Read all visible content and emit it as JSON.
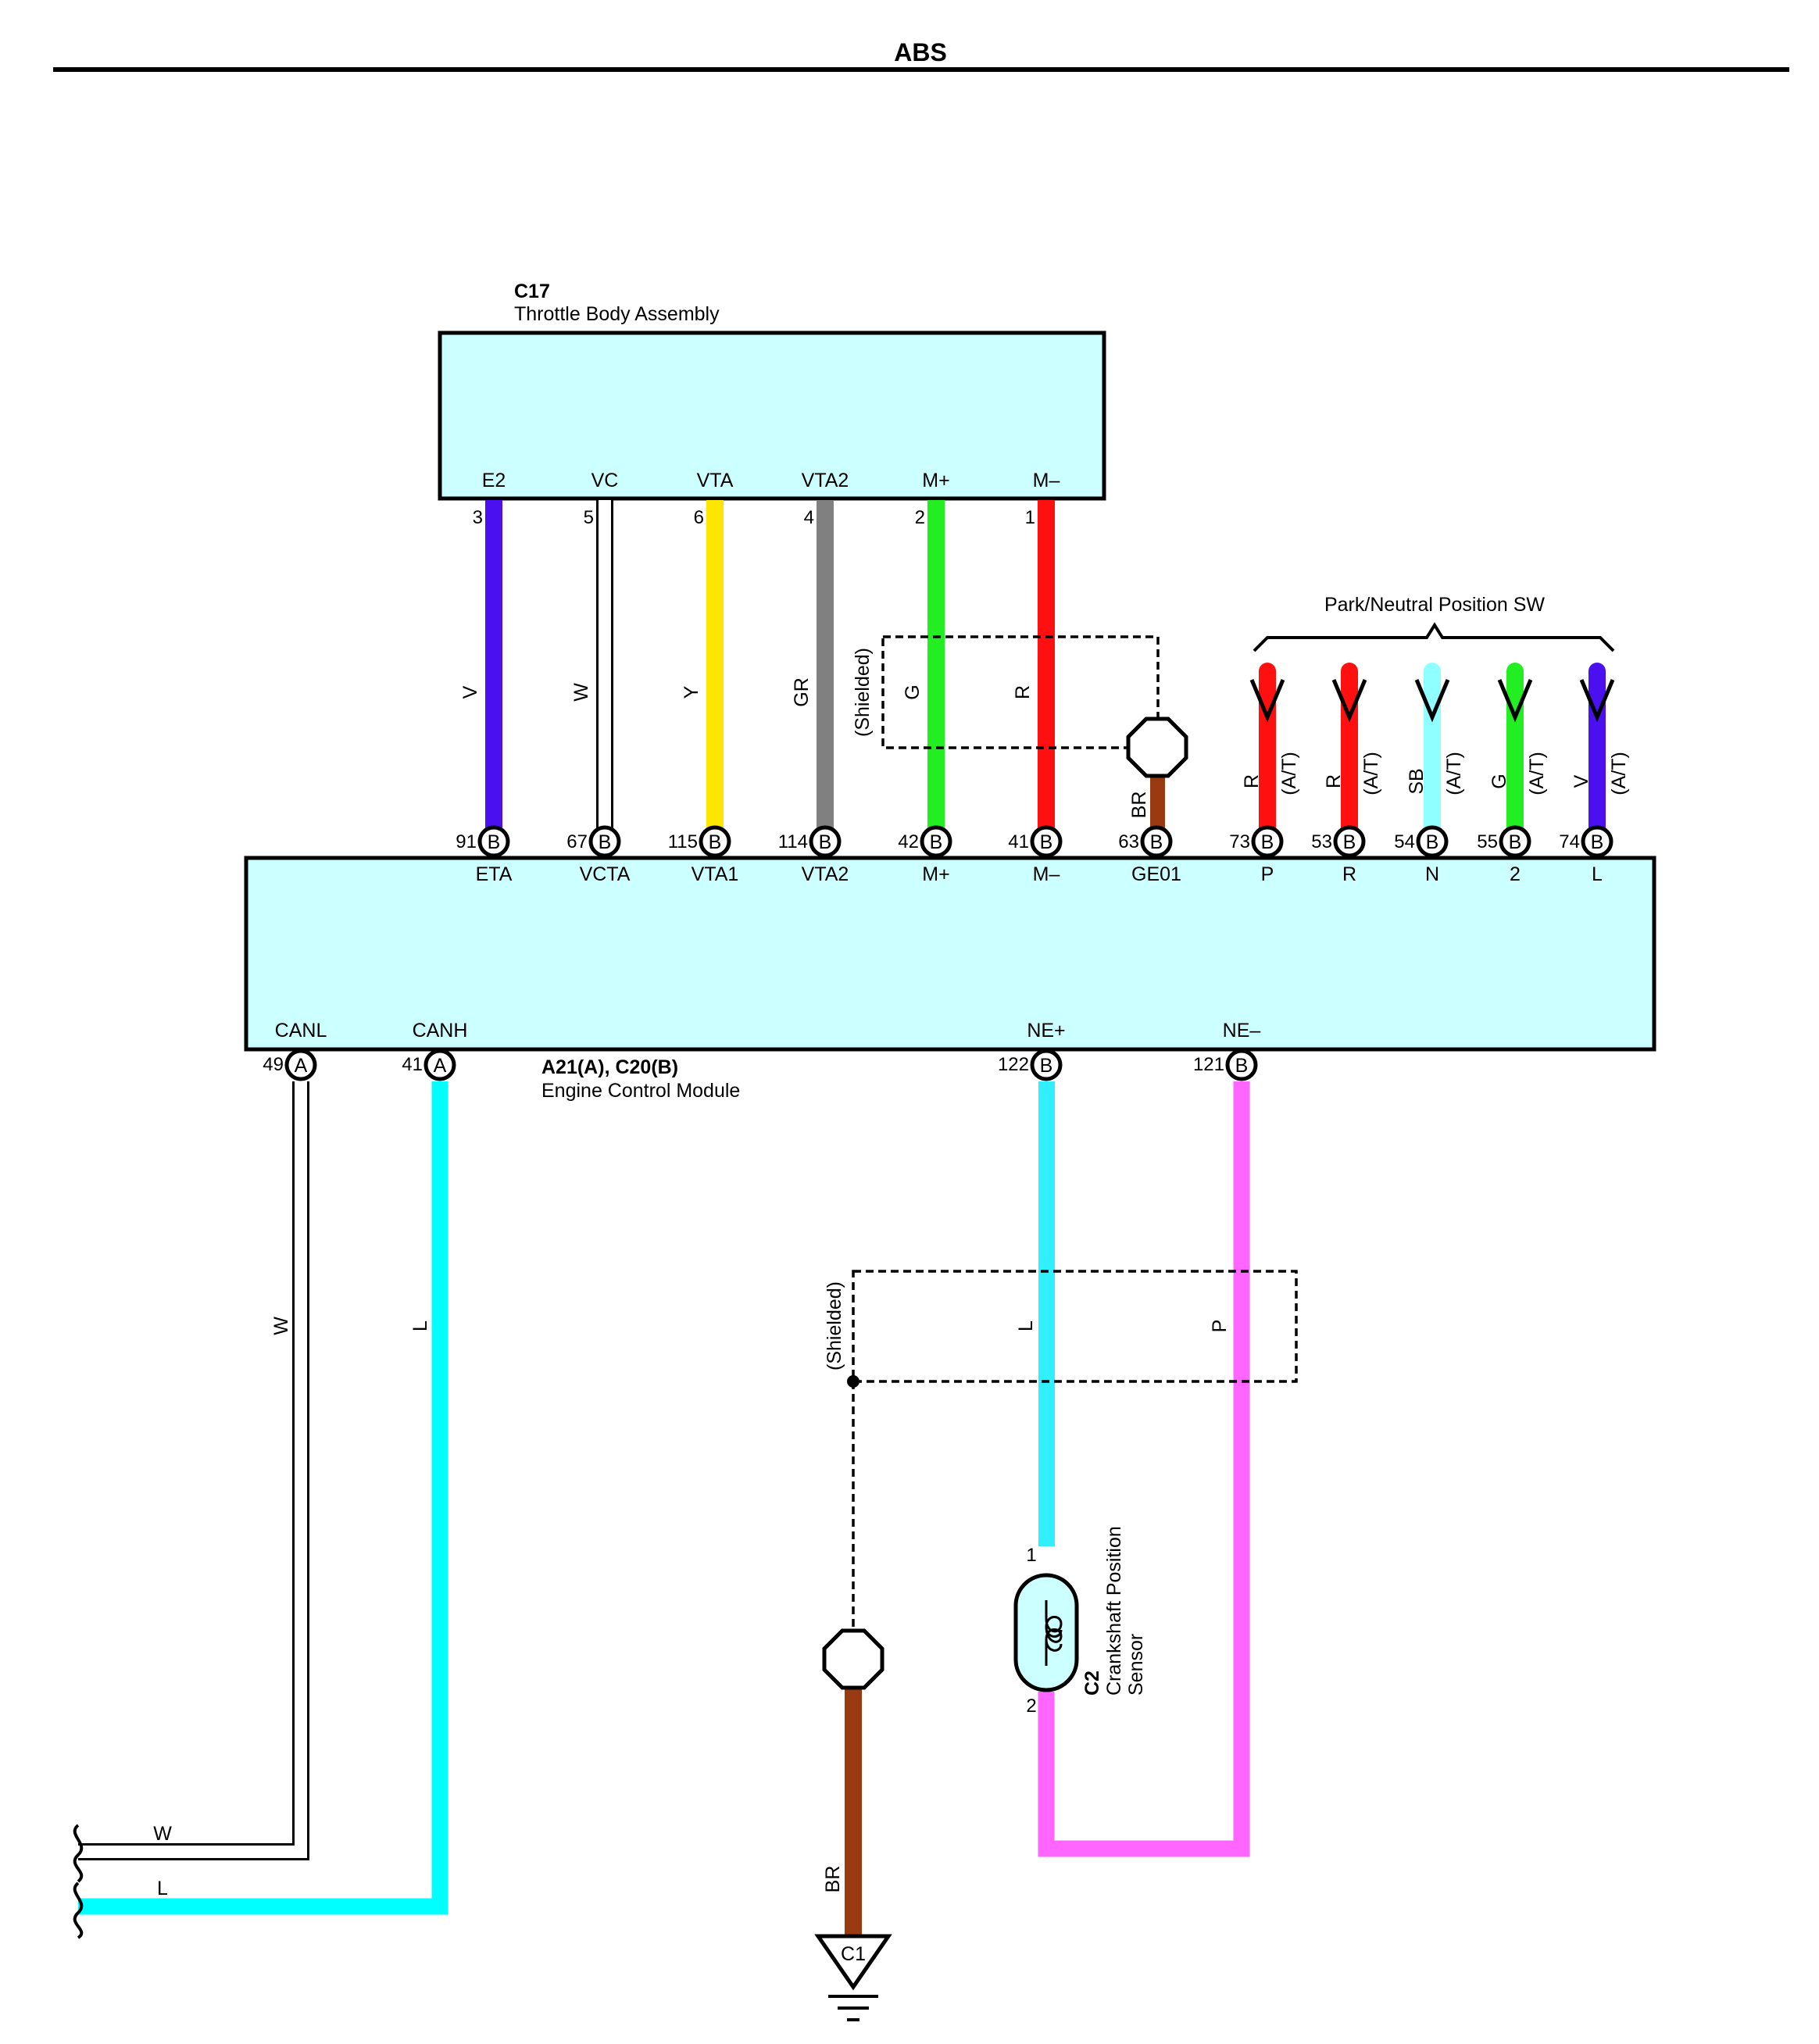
{
  "header": {
    "title": "ABS"
  },
  "throttle_body": {
    "code": "C17",
    "name": "Throttle Body Assembly",
    "pins": [
      {
        "label": "E2",
        "num": "3",
        "wire": "V",
        "color": "#4a10f0"
      },
      {
        "label": "VC",
        "num": "5",
        "wire": "W",
        "color": "#ffffff"
      },
      {
        "label": "VTA",
        "num": "6",
        "wire": "Y",
        "color": "#ffe600"
      },
      {
        "label": "VTA2",
        "num": "4",
        "wire": "GR",
        "color": "#808080"
      },
      {
        "label": "M+",
        "num": "2",
        "wire": "G",
        "color": "#22ee22"
      },
      {
        "label": "M–",
        "num": "1",
        "wire": "R",
        "color": "#ff1010"
      }
    ]
  },
  "shield_top": {
    "label": "(Shielded)"
  },
  "ge01_wire": {
    "wire": "BR",
    "color": "#9a3a10"
  },
  "pnp_switch": {
    "name": "Park/Neutral Position SW",
    "wires": [
      {
        "wire": "R",
        "note": "(A/T)",
        "color": "#ff1010"
      },
      {
        "wire": "R",
        "note": "(A/T)",
        "color": "#ff1010"
      },
      {
        "wire": "SB",
        "note": "(A/T)",
        "color": "#90ffff"
      },
      {
        "wire": "G",
        "note": "(A/T)",
        "color": "#22ee22"
      },
      {
        "wire": "V",
        "note": "(A/T)",
        "color": "#4a10f0"
      }
    ]
  },
  "ecm": {
    "codes": "A21(A), C20(B)",
    "name": "Engine Control Module",
    "top_pins": [
      {
        "num": "91",
        "conn": "B",
        "label": "ETA"
      },
      {
        "num": "67",
        "conn": "B",
        "label": "VCTA"
      },
      {
        "num": "115",
        "conn": "B",
        "label": "VTA1"
      },
      {
        "num": "114",
        "conn": "B",
        "label": "VTA2"
      },
      {
        "num": "42",
        "conn": "B",
        "label": "M+"
      },
      {
        "num": "41",
        "conn": "B",
        "label": "M–"
      },
      {
        "num": "63",
        "conn": "B",
        "label": "GE01"
      },
      {
        "num": "73",
        "conn": "B",
        "label": "P"
      },
      {
        "num": "53",
        "conn": "B",
        "label": "R"
      },
      {
        "num": "54",
        "conn": "B",
        "label": "N"
      },
      {
        "num": "55",
        "conn": "B",
        "label": "2"
      },
      {
        "num": "74",
        "conn": "B",
        "label": "L"
      }
    ],
    "bottom_pins": [
      {
        "num": "49",
        "conn": "A",
        "label": "CANL"
      },
      {
        "num": "41",
        "conn": "A",
        "label": "CANH"
      },
      {
        "num": "122",
        "conn": "B",
        "label": "NE+"
      },
      {
        "num": "121",
        "conn": "B",
        "label": "NE–"
      }
    ]
  },
  "can_wires": {
    "canl": {
      "wire": "W",
      "color": "#ffffff"
    },
    "canh": {
      "wire": "L",
      "color": "#00ffff"
    }
  },
  "crank_wires": {
    "ne_plus": {
      "wire": "L",
      "color": "#30f0ff"
    },
    "ne_minus": {
      "wire": "P",
      "color": "#ff66ff"
    }
  },
  "shield_bottom": {
    "label": "(Shielded)"
  },
  "ground_wire": {
    "wire": "BR",
    "color": "#9a3a10"
  },
  "ground": {
    "label": "C1"
  },
  "crank_sensor": {
    "code": "C2",
    "line1": "Crankshaft Position",
    "line2": "Sensor",
    "pin_top": "1",
    "pin_bottom": "2"
  },
  "left_edge": {
    "w_label": "W",
    "l_label": "L"
  },
  "colors": {
    "component_fill": "#ccffff",
    "border": "#000000"
  }
}
